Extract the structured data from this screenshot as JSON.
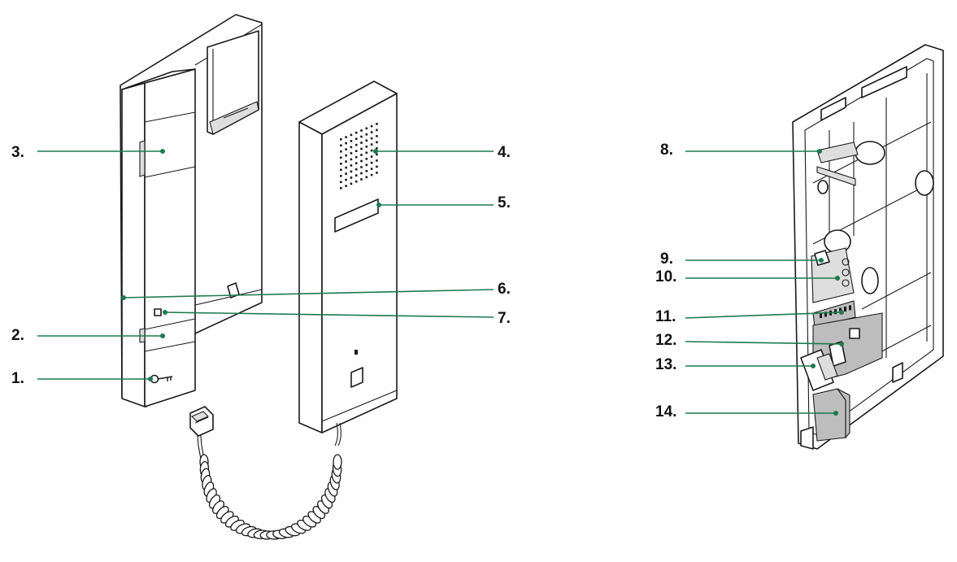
{
  "callouts": [
    {
      "label": "1."
    },
    {
      "label": "2."
    },
    {
      "label": "3."
    },
    {
      "label": "4."
    },
    {
      "label": "5."
    },
    {
      "label": "6."
    },
    {
      "label": "7."
    },
    {
      "label": "8."
    },
    {
      "label": "9."
    },
    {
      "label": "10."
    },
    {
      "label": "11."
    },
    {
      "label": "12."
    },
    {
      "label": "13."
    },
    {
      "label": "14."
    }
  ],
  "colors": {
    "leader": "#1d7a4f",
    "outline": "#1a1a1a",
    "module_fill": "#bdbdbd"
  },
  "icons": {
    "key_button": "key-icon"
  }
}
